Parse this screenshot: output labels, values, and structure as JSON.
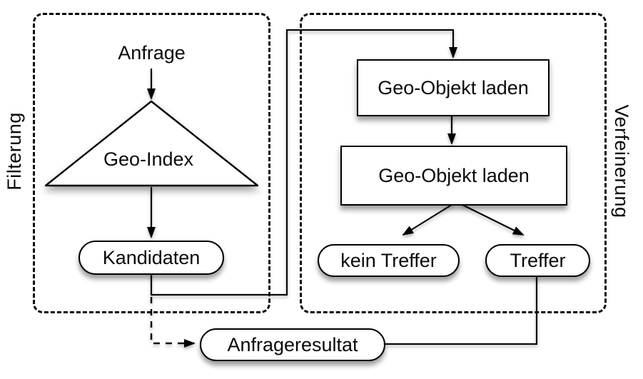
{
  "diagram": {
    "regions": {
      "filtering": {
        "label": "Filterung"
      },
      "refinement": {
        "label": "Verfeinerung"
      }
    },
    "nodes": {
      "anfrage": {
        "label": "Anfrage",
        "type": "text"
      },
      "geo_index": {
        "label": "Geo-Index",
        "type": "triangle"
      },
      "kandidaten": {
        "label": "Kandidaten",
        "type": "stadium"
      },
      "load_geo_object_1": {
        "label": "Geo-Objekt laden",
        "type": "process"
      },
      "load_geo_object_2": {
        "label": "Geo-Objekt laden",
        "type": "process"
      },
      "kein_treffer": {
        "label": "kein Treffer",
        "type": "stadium"
      },
      "treffer": {
        "label": "Treffer",
        "type": "stadium"
      },
      "anfrageresultat": {
        "label": "Anfrageresultat",
        "type": "stadium"
      }
    },
    "edges": [
      {
        "from": "anfrage",
        "to": "geo_index",
        "style": "solid-arrow"
      },
      {
        "from": "geo_index",
        "to": "kandidaten",
        "style": "solid-arrow"
      },
      {
        "from": "kandidaten",
        "to": "load_geo_object_1",
        "style": "solid-arrow"
      },
      {
        "from": "load_geo_object_1",
        "to": "load_geo_object_2",
        "style": "solid-arrow"
      },
      {
        "from": "load_geo_object_2",
        "to": "kein_treffer",
        "style": "solid-arrow"
      },
      {
        "from": "load_geo_object_2",
        "to": "treffer",
        "style": "solid-arrow"
      },
      {
        "from": "treffer",
        "to": "anfrageresultat",
        "style": "solid-line"
      },
      {
        "from": "kandidaten",
        "to": "anfrageresultat",
        "style": "dashed-arrow"
      }
    ],
    "colors": {
      "stroke": "#000000",
      "fill": "#ffffff",
      "background": "#ffffff"
    }
  }
}
